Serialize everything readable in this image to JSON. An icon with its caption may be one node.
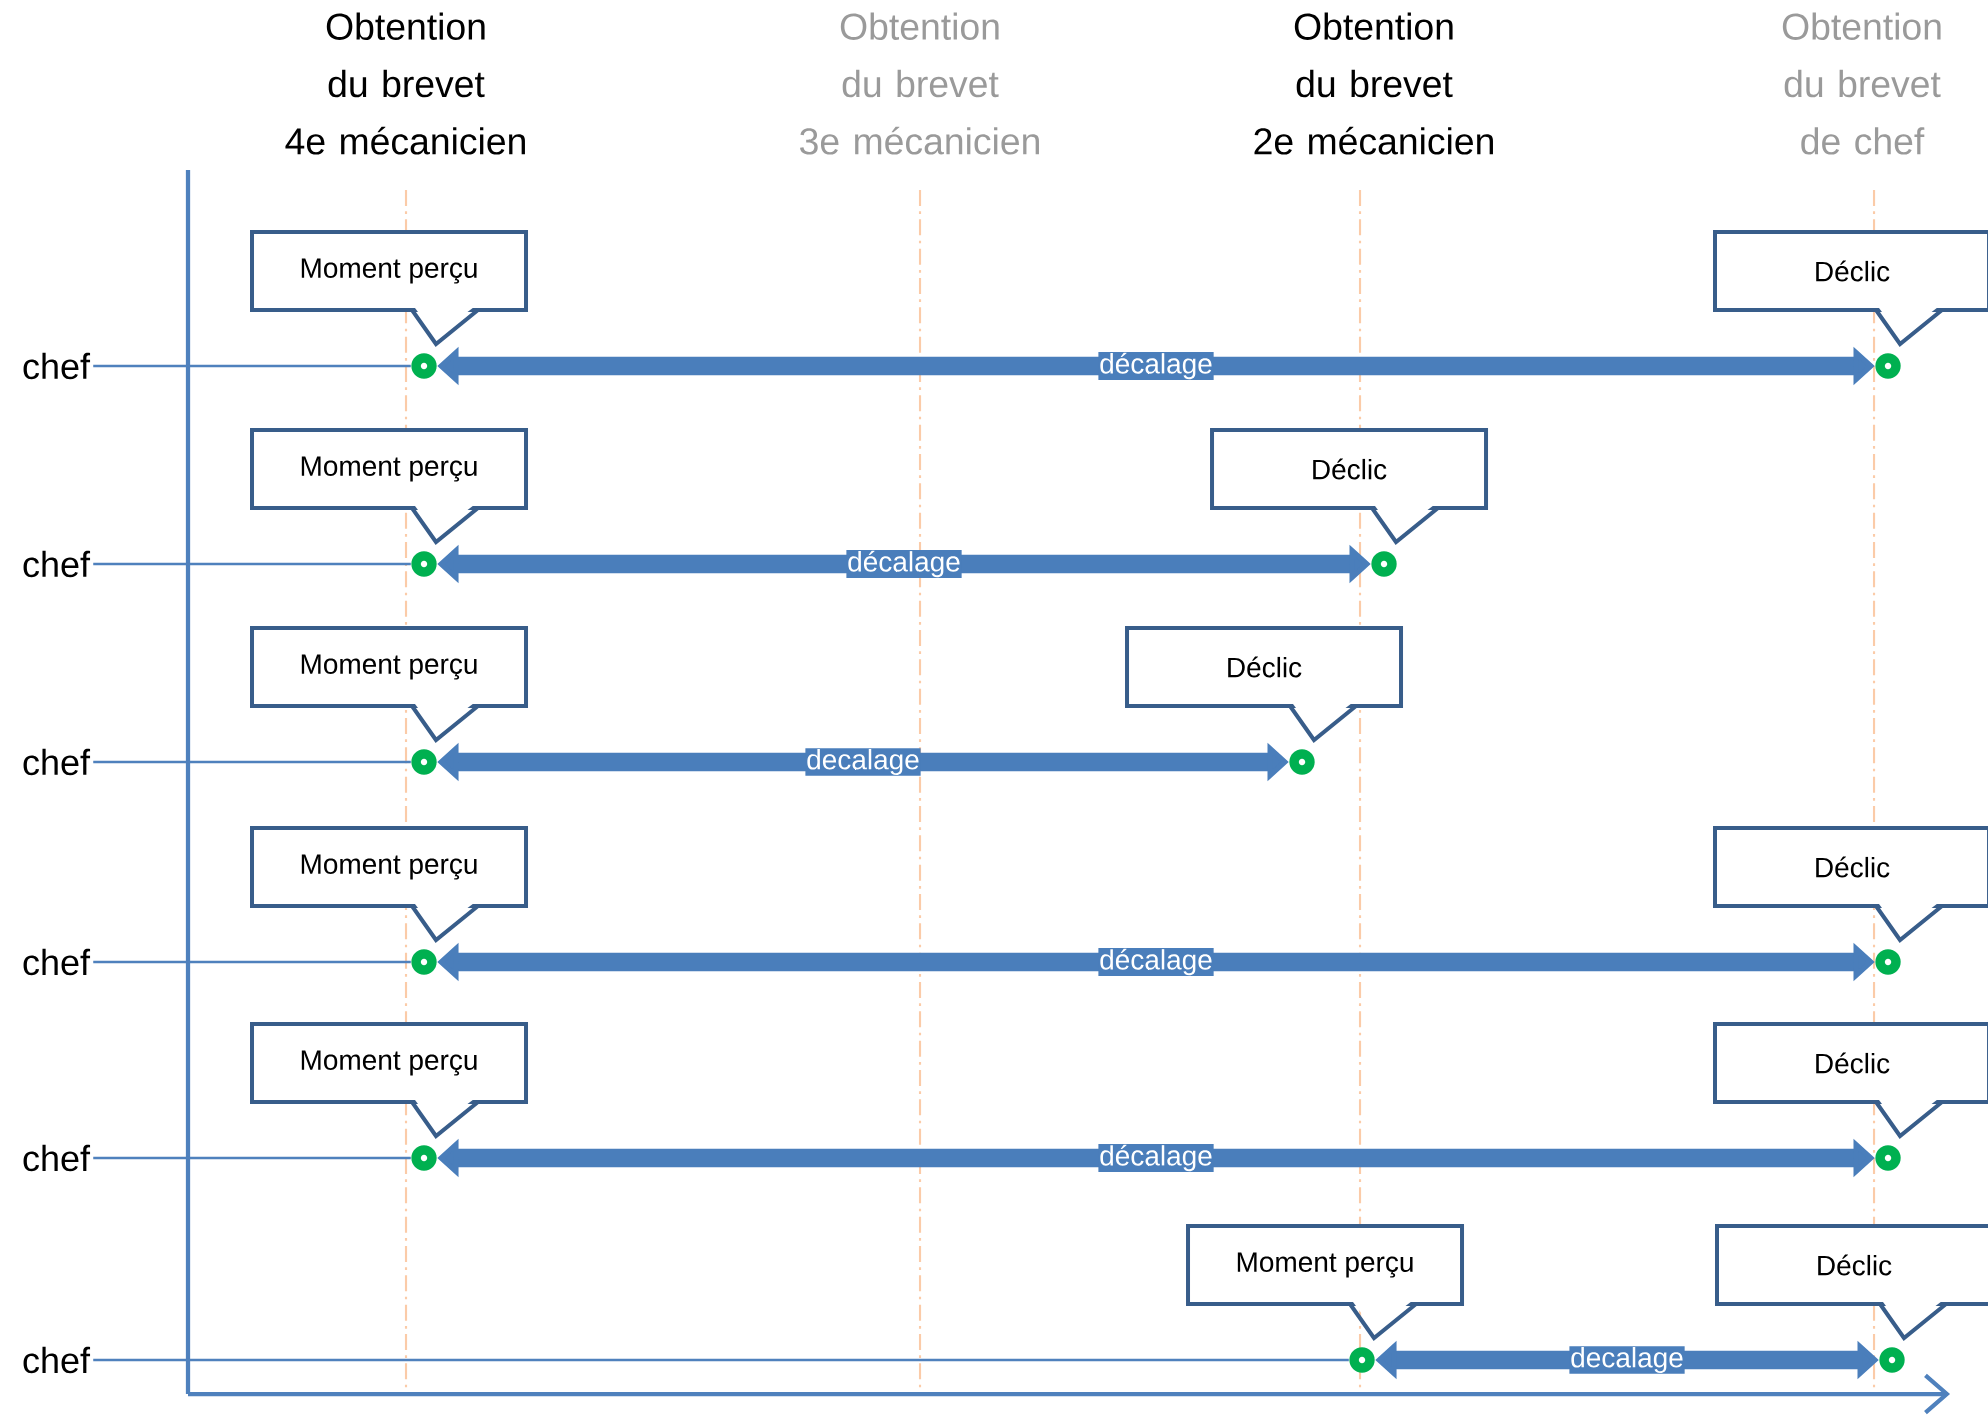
{
  "diagram": {
    "nodes": [
      {
        "text": [
          "chef"
        ]
      },
      {
        "text": [
          "Moment perçu"
        ]
      },
      {
        "text": [
          "Déclic"
        ]
      },
      {
        "text": [],
        "shape": "circle"
      },
      {
        "text": [],
        "shape": "circle"
      },
      {
        "text": [
          "chef"
        ]
      },
      {
        "text": [
          "Moment perçu"
        ]
      },
      {
        "text": [
          "Déclic"
        ]
      },
      {
        "text": [],
        "shape": "circle"
      },
      {
        "text": [],
        "shape": "circle"
      },
      {
        "text": [
          "chef"
        ]
      },
      {
        "text": [
          "Moment perçu"
        ]
      },
      {
        "text": [
          "Déclic"
        ]
      },
      {
        "text": [],
        "shape": "circle"
      },
      {
        "text": [],
        "shape": "circle"
      },
      {
        "text": [
          "chef"
        ]
      },
      {
        "text": [
          "Moment perçu"
        ]
      },
      {
        "text": [
          "Déclic"
        ]
      },
      {
        "text": [],
        "shape": "circle"
      },
      {
        "text": [],
        "shape": "circle"
      },
      {
        "text": [
          "chef"
        ]
      },
      {
        "text": [
          "Moment perçu"
        ]
      },
      {
        "text": [
          "Déclic"
        ]
      },
      {
        "text": [],
        "shape": "circle"
      },
      {
        "text": [],
        "shape": "circle"
      },
      {
        "text": [
          "chef"
        ]
      },
      {
        "text": [
          "Moment perçu"
        ]
      },
      {
        "text": [
          "Déclic"
        ]
      },
      {
        "text": [],
        "shape": "circle"
      },
      {
        "text": [],
        "shape": "circle"
      }
    ],
    "edges": [
      {
        "from": 0,
        "to": 3,
        "arrow": "none"
      },
      {
        "from": 3,
        "to": 4,
        "arrow": "both",
        "label": "décalage",
        "style": "thick"
      },
      {
        "from": 5,
        "to": 8,
        "arrow": "none"
      },
      {
        "from": 8,
        "to": 9,
        "arrow": "both",
        "label": "décalage",
        "style": "thick"
      },
      {
        "from": 10,
        "to": 13,
        "arrow": "none"
      },
      {
        "from": 13,
        "to": 14,
        "arrow": "both",
        "label": "decalage",
        "style": "thick"
      },
      {
        "from": 15,
        "to": 18,
        "arrow": "none"
      },
      {
        "from": 18,
        "to": 19,
        "arrow": "both",
        "label": "décalage",
        "style": "thick"
      },
      {
        "from": 20,
        "to": 23,
        "arrow": "none"
      },
      {
        "from": 23,
        "to": 24,
        "arrow": "both",
        "label": "décalage",
        "style": "thick"
      },
      {
        "from": 25,
        "to": 28,
        "arrow": "none"
      },
      {
        "from": 28,
        "to": 29,
        "arrow": "both",
        "label": "decalage",
        "style": "thick"
      }
    ],
    "labels": [
      "Obtention du brevet 4e mécanicien",
      "Obtention du brevet 3e mécanicien",
      "Obtention du brevet 2e mécanicien",
      "Obtention du brevet de chef"
    ]
  }
}
